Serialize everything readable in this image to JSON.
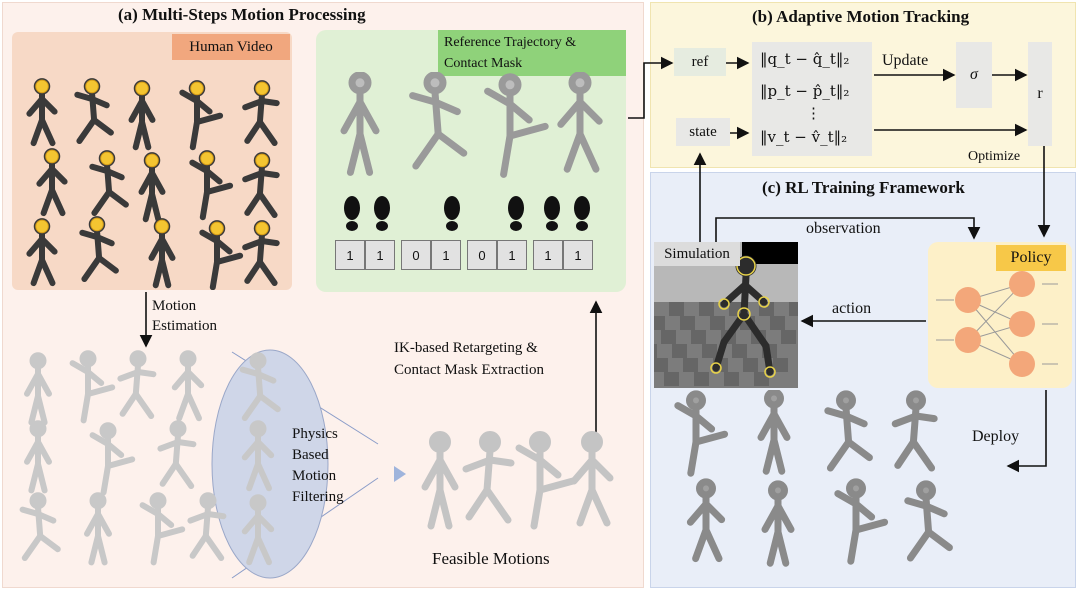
{
  "panel_a": {
    "title": "(a) Multi-Steps Motion Processing",
    "human_video_label": "Human Video",
    "reference_label_line1": "Reference Trajectory &",
    "reference_label_line2": "Contact Mask",
    "contact_masks": [
      [
        "1",
        "1"
      ],
      [
        "0",
        "1"
      ],
      [
        "0",
        "1"
      ],
      [
        "1",
        "1"
      ]
    ],
    "motion_estimation_line1": "Motion",
    "motion_estimation_line2": "Estimation",
    "physics_filter_lines": [
      "Physics",
      "Based",
      "Motion",
      "Filtering"
    ],
    "feasible_motions_label": "Feasible Motions",
    "retargeting_line1": "IK-based Retargeting  &",
    "retargeting_line2": "Contact Mask  Extraction"
  },
  "panel_b": {
    "title": "(b) Adaptive Motion Tracking",
    "ref_label": "ref",
    "state_label": "state",
    "update_label": "Update",
    "sigma_label": "σ",
    "r_label": "r",
    "optimize_label": "Optimize",
    "formula_q": "‖q_t − q̂_t‖₂",
    "formula_p": "‖p_t − p̂_t‖₂",
    "formula_dots": "⋮",
    "formula_v": "‖v_t − v̂_t‖₂"
  },
  "panel_c": {
    "title": "(c) RL Training Framework",
    "simulation_label": "Simulation",
    "observation_label": "observation",
    "action_label": "action",
    "policy_label": "Policy",
    "deploy_label": "Deploy"
  },
  "colors": {
    "panel_a_bg": "#fdf1ec",
    "panel_b_bg": "#fcf6dc",
    "panel_c_bg": "#e9eef8",
    "human_tag": "#f1a77e",
    "reference_tag": "#8fd27a",
    "policy_tag": "#f7c848",
    "neuron": "#f3a77a"
  }
}
